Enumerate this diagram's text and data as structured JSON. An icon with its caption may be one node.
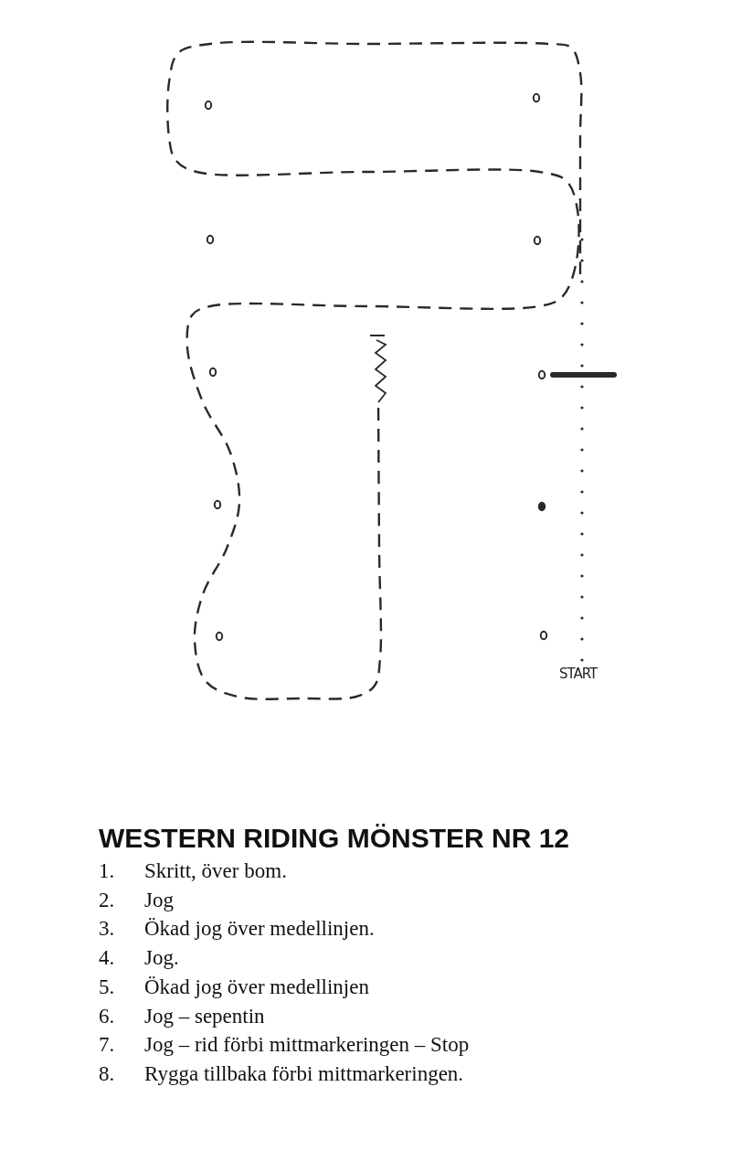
{
  "diagram": {
    "title": "WESTERN RIDING MÖNSTER NR 12",
    "labels": [
      "START",
      "1.",
      "Skritt, över bom.",
      "2.",
      "Jog",
      "3.",
      "Ökad jog över medellinjen.",
      "4.",
      "Jog.",
      "5.",
      "Ökad jog över medellinjen",
      "6.",
      "Jog – sepentin",
      "7.",
      "Jog – rid förbi mittmarkeringen – Stop",
      "8.",
      "Rygga tillbaka förbi mittmarkeringen."
    ]
  }
}
